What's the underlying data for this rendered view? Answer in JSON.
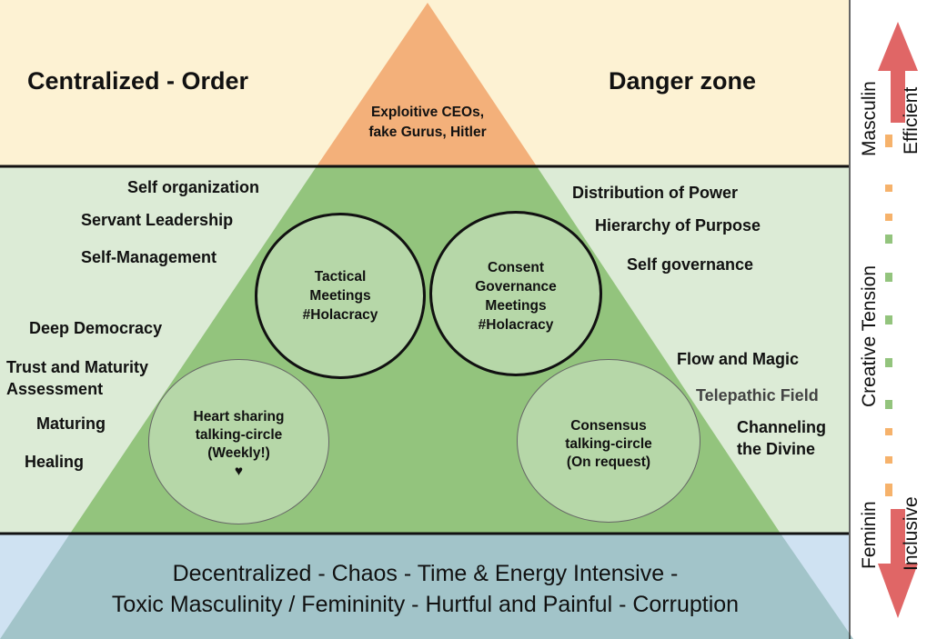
{
  "top_band": {
    "left_title": "Centralized - Order",
    "right_title": "Danger zone",
    "apex_text": [
      "Exploitive CEOs,",
      "fake Gurus, Hitler"
    ]
  },
  "left_labels": [
    "Self organization",
    "Servant Leadership",
    "Self-Management",
    "Deep Democracy",
    "Trust and Maturity",
    "Assessment",
    "Maturing",
    "Healing"
  ],
  "right_labels": [
    "Distribution of Power",
    "Hierarchy of Purpose",
    "Self governance",
    "Flow and Magic",
    "Telepathic Field",
    "Channeling",
    "the Divine"
  ],
  "circles": {
    "tactical": [
      "Tactical",
      "Meetings",
      "#Holacracy"
    ],
    "consent": [
      "Consent",
      "Governance",
      "Meetings",
      "#Holacracy"
    ],
    "heart": [
      "Heart sharing",
      "talking-circle",
      "(Weekly!)",
      "♥"
    ],
    "consensus": [
      "Consensus",
      "talking-circle",
      "(On request)"
    ]
  },
  "bottom_band": {
    "line1": "Decentralized - Chaos - Time & Energy Intensive -",
    "line2": "Toxic Masculinity / Femininity - Hurtful and Painful - Corruption"
  },
  "side_scale": {
    "top_left": "Masculin",
    "top_right": "Efficient",
    "middle": "Creative Tension",
    "bottom_left": "Feminin",
    "bottom_right": "Inclusive"
  },
  "colors": {
    "top_band": "#fdf2d3",
    "middle_band": "#dcebd6",
    "bottom_band": "#cfe2f2",
    "apex": "#f3b07a",
    "pyramid_green": "#93c47d",
    "pyramid_bottom": "#a2c4c9",
    "circle_fill": "#b6d7a8",
    "arrow_red": "#e06666",
    "dash_orange": "#f6b26b",
    "dash_green": "#93c47d",
    "telepathic_text": "#434343"
  }
}
